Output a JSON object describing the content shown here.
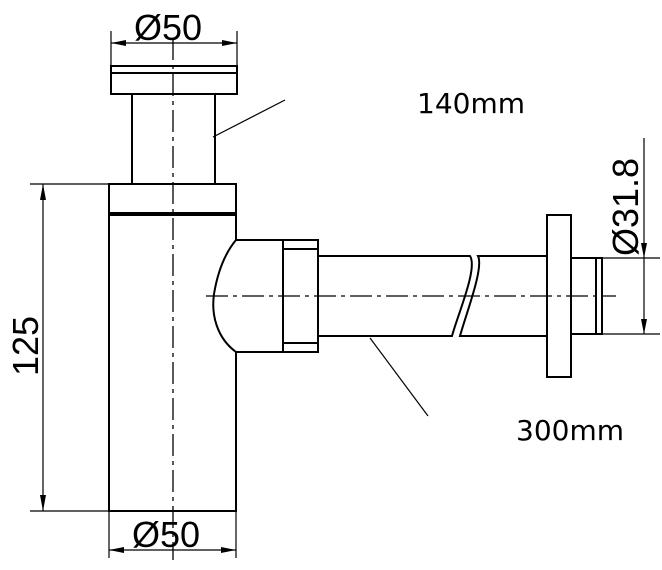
{
  "dimensions": {
    "top_diameter": "Ø50",
    "bottom_diameter": "Ø50",
    "height": "125",
    "outlet_diameter": "Ø31.8",
    "length_upper": "140mm",
    "length_outlet": "300mm"
  },
  "colors": {
    "line": "#000000",
    "background": "#ffffff"
  }
}
